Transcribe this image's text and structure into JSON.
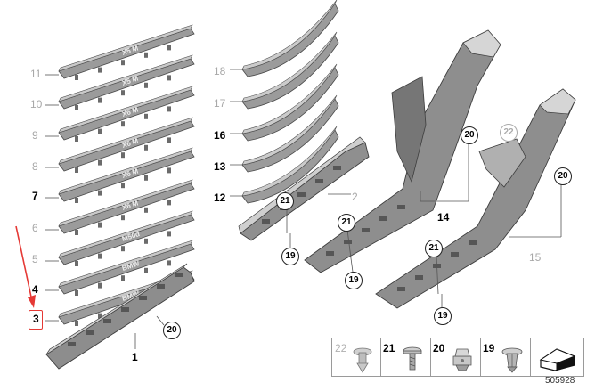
{
  "callouts_left": [
    {
      "text": "11",
      "state": "dim"
    },
    {
      "text": "10",
      "state": "dim"
    },
    {
      "text": "9",
      "state": "dim"
    },
    {
      "text": "8",
      "state": "dim"
    },
    {
      "text": "7",
      "state": "active"
    },
    {
      "text": "6",
      "state": "dim"
    },
    {
      "text": "5",
      "state": "dim"
    },
    {
      "text": "4",
      "state": "active"
    },
    {
      "text": "3",
      "state": "active",
      "highlighted": true
    },
    {
      "text": "1",
      "state": "active"
    }
  ],
  "callouts_mid": [
    {
      "text": "18",
      "state": "dim"
    },
    {
      "text": "17",
      "state": "dim"
    },
    {
      "text": "16",
      "state": "active"
    },
    {
      "text": "13",
      "state": "active"
    },
    {
      "text": "12",
      "state": "active"
    },
    {
      "text": "2",
      "state": "dim"
    }
  ],
  "callouts_right": [
    {
      "text": "14",
      "state": "active"
    },
    {
      "text": "15",
      "state": "dim"
    }
  ],
  "circled_callouts": [
    {
      "text": "20"
    },
    {
      "text": "21"
    },
    {
      "text": "19"
    },
    {
      "text": "21"
    },
    {
      "text": "19"
    },
    {
      "text": "20"
    },
    {
      "text": "21"
    },
    {
      "text": "19"
    },
    {
      "text": "22",
      "state": "dim"
    },
    {
      "text": "20"
    }
  ],
  "strip_badges": [
    "X5 M",
    "X5 M",
    "X6 M",
    "X6 M",
    "X6 M",
    "X6 M",
    "M50d",
    "BMW",
    "BMW"
  ],
  "legend": [
    {
      "num": "22",
      "state": "dim",
      "icon": "push-clip-icon"
    },
    {
      "num": "21",
      "state": "active",
      "icon": "screw-icon"
    },
    {
      "num": "20",
      "state": "active",
      "icon": "clip-nut-icon"
    },
    {
      "num": "19",
      "state": "active",
      "icon": "expanding-rivet-icon"
    },
    {
      "num": "",
      "state": "active",
      "icon": "trim-wedge-icon"
    }
  ],
  "doc_number": "505928",
  "colors": {
    "highlight": "#e53935",
    "part_fill": "#a9a9a9",
    "part_dark": "#6b6b6b",
    "dim_text": "#a8a8a8"
  }
}
